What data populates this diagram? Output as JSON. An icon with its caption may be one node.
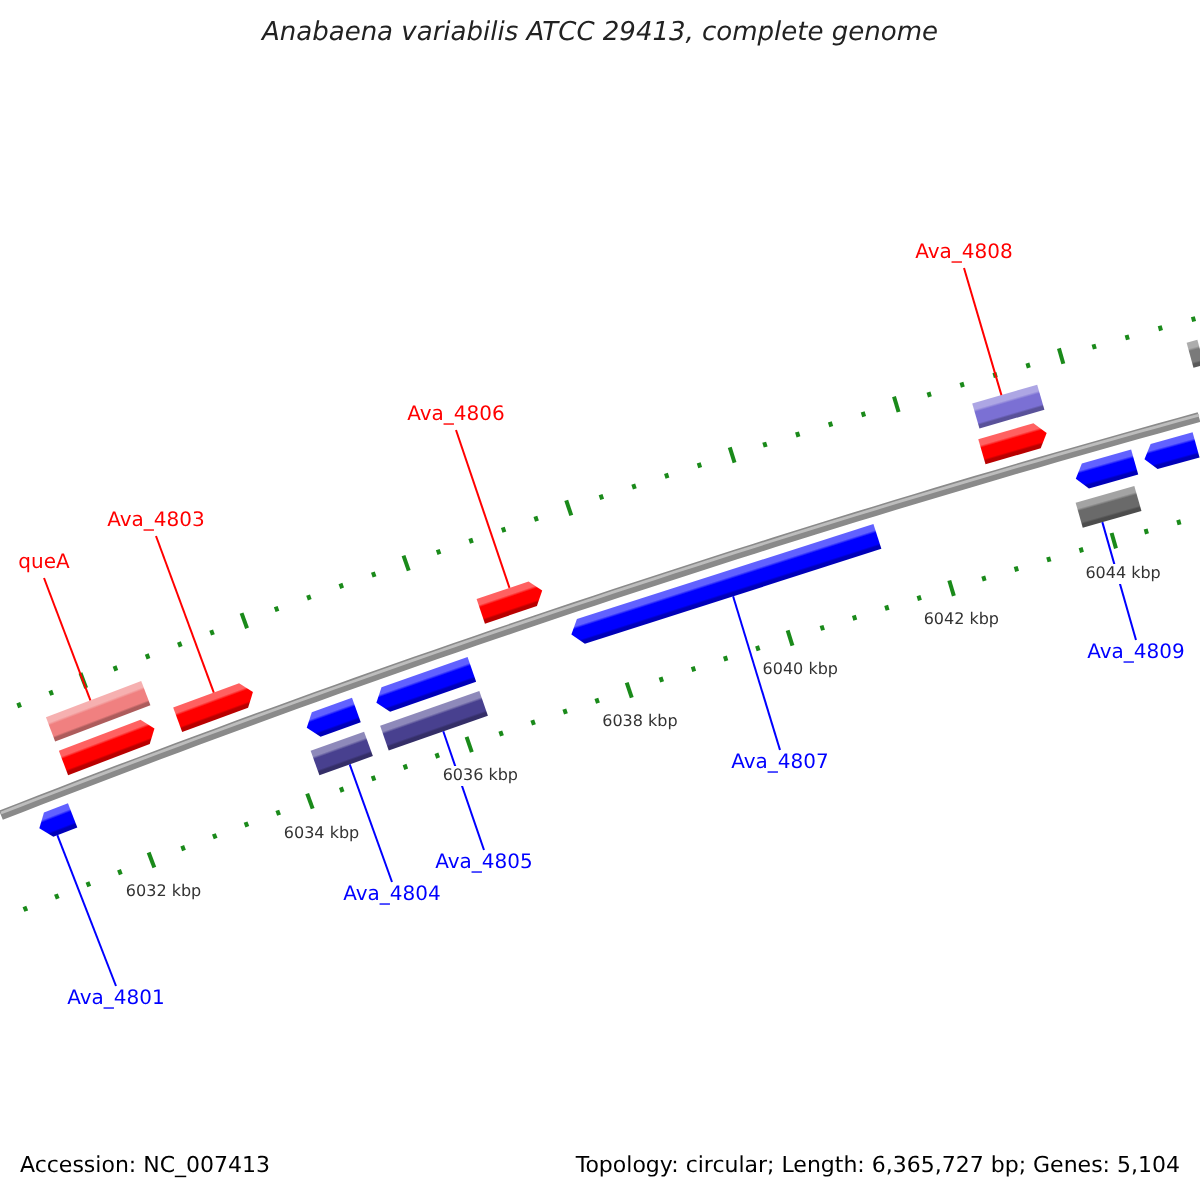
{
  "diagram": {
    "title": "Anabaena variabilis ATCC 29413, complete genome",
    "nodes": [
      {
        "text": [
          "Ava_4808"
        ]
      },
      {
        "text": [
          "Ava_4806"
        ]
      },
      {
        "text": [
          "Ava_4803"
        ]
      },
      {
        "text": [
          "queA"
        ]
      },
      {
        "text": [
          "Ava_4809"
        ]
      },
      {
        "text": [
          "Ava_4807"
        ]
      },
      {
        "text": [
          "Ava_4805"
        ]
      },
      {
        "text": [
          "Ava_4804"
        ]
      },
      {
        "text": [
          "Ava_4801"
        ]
      },
      {
        "text": [],
        "shape": "pentagon"
      },
      {
        "text": [],
        "shape": "pentagon"
      },
      {
        "text": [],
        "shape": "bar"
      },
      {
        "text": [],
        "shape": "pentagon"
      },
      {
        "text": [],
        "shape": "bar"
      },
      {
        "text": [],
        "shape": "pentagon"
      },
      {
        "text": [],
        "shape": "bar"
      },
      {
        "text": [],
        "shape": "pentagon"
      },
      {
        "text": [],
        "shape": "pentagon"
      },
      {
        "text": [],
        "shape": "pentagon"
      },
      {
        "text": [],
        "shape": "pentagon"
      },
      {
        "text": [],
        "shape": "bar"
      },
      {
        "text": [],
        "shape": "bar"
      },
      {
        "text": [],
        "shape": "pentagon"
      },
      {
        "text": [],
        "shape": "pentagon"
      },
      {
        "text": [],
        "shape": "bar"
      }
    ],
    "edges": [
      {
        "from": 3,
        "to": 11,
        "arrow": "none",
        "color": "#ff0000"
      },
      {
        "from": 2,
        "to": 12,
        "arrow": "none",
        "color": "#ff0000"
      },
      {
        "from": 1,
        "to": 17,
        "arrow": "none",
        "color": "#ff0000"
      },
      {
        "from": 0,
        "to": 20,
        "arrow": "none",
        "color": "#ff0000"
      },
      {
        "from": 8,
        "to": 9,
        "arrow": "none"
      },
      {
        "from": 7,
        "to": 13,
        "arrow": "none"
      },
      {
        "from": 6,
        "to": 15,
        "arrow": "none"
      },
      {
        "from": 5,
        "to": 18,
        "arrow": "none"
      },
      {
        "from": 4,
        "to": 21,
        "arrow": "none"
      }
    ],
    "labels": [
      "6032 kbp",
      "6034 kbp",
      "6036 kbp",
      "6038 kbp",
      "6040 kbp",
      "6042 kbp",
      "6044 kbp",
      "Accession: NC_007413",
      "Topology: circular; Length: 6,365,727 bp; Genes: 5,104"
    ]
  }
}
